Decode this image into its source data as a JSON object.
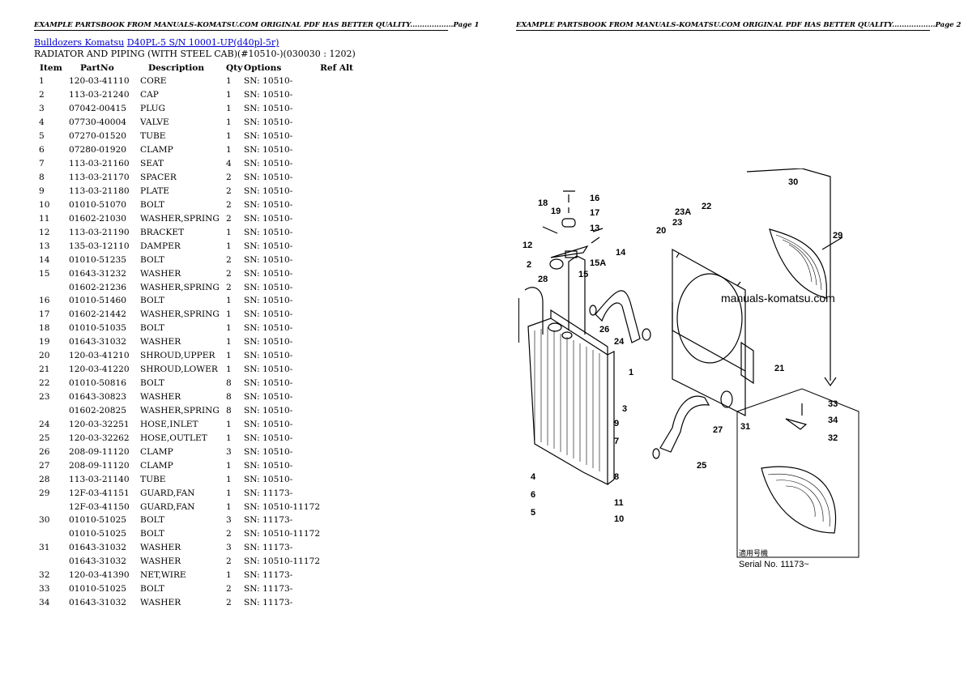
{
  "header": {
    "page1": "EXAMPLE PARTSBOOK FROM MANUALS-KOMATSU.COM ORIGINAL PDF HAS BETTER QUALITY..................Page 1",
    "page2": "EXAMPLE PARTSBOOK FROM MANUALS-KOMATSU.COM ORIGINAL PDF HAS BETTER QUALITY..................Page 2"
  },
  "breadcrumb": {
    "category": "Bulldozers Komatsu",
    "model": "D40PL-5 S/N 10001-UP(d40pl-5r)"
  },
  "title": "RADIATOR AND PIPING (WITH STEEL CAB)(#10510-)(030030 : 1202)",
  "table": {
    "headers": [
      "Item",
      "PartNo",
      "Description",
      "Qty",
      "Options",
      "Ref Alt"
    ],
    "rows": [
      [
        "1",
        "120-03-41110",
        "CORE",
        "1",
        "SN: 10510-",
        ""
      ],
      [
        "2",
        "113-03-21240",
        "CAP",
        "1",
        "SN: 10510-",
        ""
      ],
      [
        "3",
        "07042-00415",
        "PLUG",
        "1",
        "SN: 10510-",
        ""
      ],
      [
        "4",
        "07730-40004",
        "VALVE",
        "1",
        "SN: 10510-",
        ""
      ],
      [
        "5",
        "07270-01520",
        "TUBE",
        "1",
        "SN: 10510-",
        ""
      ],
      [
        "6",
        "07280-01920",
        "CLAMP",
        "1",
        "SN: 10510-",
        ""
      ],
      [
        "7",
        "113-03-21160",
        "SEAT",
        "4",
        "SN: 10510-",
        ""
      ],
      [
        "8",
        "113-03-21170",
        "SPACER",
        "2",
        "SN: 10510-",
        ""
      ],
      [
        "9",
        "113-03-21180",
        "PLATE",
        "2",
        "SN: 10510-",
        ""
      ],
      [
        "10",
        "01010-51070",
        "BOLT",
        "2",
        "SN: 10510-",
        ""
      ],
      [
        "11",
        "01602-21030",
        "WASHER,SPRING",
        "2",
        "SN: 10510-",
        ""
      ],
      [
        "12",
        "113-03-21190",
        "BRACKET",
        "1",
        "SN: 10510-",
        ""
      ],
      [
        "13",
        "135-03-12110",
        "DAMPER",
        "1",
        "SN: 10510-",
        ""
      ],
      [
        "14",
        "01010-51235",
        "BOLT",
        "2",
        "SN: 10510-",
        ""
      ],
      [
        "15",
        "01643-31232",
        "WASHER",
        "2",
        "SN: 10510-",
        ""
      ],
      [
        "",
        "01602-21236",
        "WASHER,SPRING",
        "2",
        "SN: 10510-",
        ""
      ],
      [
        "16",
        "01010-51460",
        "BOLT",
        "1",
        "SN: 10510-",
        ""
      ],
      [
        "17",
        "01602-21442",
        "WASHER,SPRING",
        "1",
        "SN: 10510-",
        ""
      ],
      [
        "18",
        "01010-51035",
        "BOLT",
        "1",
        "SN: 10510-",
        ""
      ],
      [
        "19",
        "01643-31032",
        "WASHER",
        "1",
        "SN: 10510-",
        ""
      ],
      [
        "20",
        "120-03-41210",
        "SHROUD,UPPER",
        "1",
        "SN: 10510-",
        ""
      ],
      [
        "21",
        "120-03-41220",
        "SHROUD,LOWER",
        "1",
        "SN: 10510-",
        ""
      ],
      [
        "22",
        "01010-50816",
        "BOLT",
        "8",
        "SN: 10510-",
        ""
      ],
      [
        "23",
        "01643-30823",
        "WASHER",
        "8",
        "SN: 10510-",
        ""
      ],
      [
        "",
        "01602-20825",
        "WASHER,SPRING",
        "8",
        "SN: 10510-",
        ""
      ],
      [
        "24",
        "120-03-32251",
        "HOSE,INLET",
        "1",
        "SN: 10510-",
        ""
      ],
      [
        "25",
        "120-03-32262",
        "HOSE,OUTLET",
        "1",
        "SN: 10510-",
        ""
      ],
      [
        "26",
        "208-09-11120",
        "CLAMP",
        "3",
        "SN: 10510-",
        ""
      ],
      [
        "27",
        "208-09-11120",
        "CLAMP",
        "1",
        "SN: 10510-",
        ""
      ],
      [
        "28",
        "113-03-21140",
        "TUBE",
        "1",
        "SN: 10510-",
        ""
      ],
      [
        "29",
        "12F-03-41151",
        "GUARD,FAN",
        "1",
        "SN: 11173-",
        ""
      ],
      [
        "",
        "12F-03-41150",
        "GUARD,FAN",
        "1",
        "SN: 10510-11172",
        ""
      ],
      [
        "30",
        "01010-51025",
        "BOLT",
        "3",
        "SN: 11173-",
        ""
      ],
      [
        "",
        "01010-51025",
        "BOLT",
        "2",
        "SN: 10510-11172",
        ""
      ],
      [
        "31",
        "01643-31032",
        "WASHER",
        "3",
        "SN: 11173-",
        ""
      ],
      [
        "",
        "01643-31032",
        "WASHER",
        "2",
        "SN: 10510-11172",
        ""
      ],
      [
        "32",
        "120-03-41390",
        "NET,WIRE",
        "1",
        "SN: 11173-",
        ""
      ],
      [
        "33",
        "01010-51025",
        "BOLT",
        "2",
        "SN: 11173-",
        ""
      ],
      [
        "34",
        "01643-31032",
        "WASHER",
        "2",
        "SN: 11173-",
        ""
      ]
    ]
  },
  "diagram": {
    "watermark": "manuals-komatsu.com",
    "serial_jp": "適用号機",
    "serial_note": "Serial No. 11173~",
    "callouts": [
      "1",
      "2",
      "3",
      "4",
      "5",
      "6",
      "7",
      "8",
      "9",
      "10",
      "11",
      "12",
      "13",
      "14",
      "15",
      "15A",
      "16",
      "17",
      "18",
      "19",
      "20",
      "21",
      "22",
      "23",
      "23A",
      "24",
      "25",
      "26",
      "27",
      "28",
      "29",
      "30",
      "31",
      "32",
      "33",
      "34"
    ]
  }
}
